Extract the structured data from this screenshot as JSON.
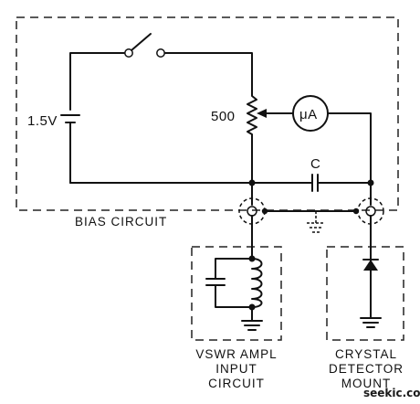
{
  "labels": {
    "battery": "1.5V",
    "pot": "500",
    "meter": "μA",
    "capacitor": "C",
    "bias": "BIAS CIRCUIT",
    "vswr": [
      "VSWR AMPL",
      "INPUT",
      "CIRCUIT"
    ],
    "crystal": [
      "CRYSTAL",
      "DETECTOR",
      "MOUNT"
    ],
    "watermark": "seekic.com"
  }
}
